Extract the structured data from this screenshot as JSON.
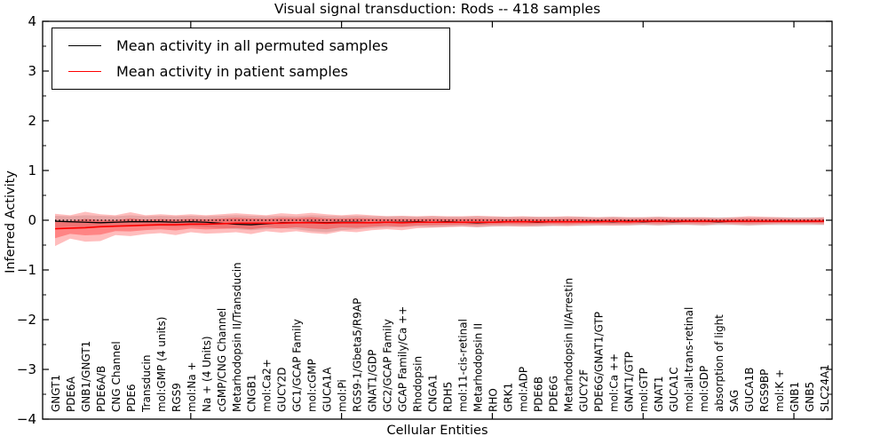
{
  "figure": {
    "title": "Visual signal transduction: Rods -- 418 samples",
    "xlabel": "Cellular Entities",
    "ylabel": "Inferred Activity"
  },
  "chart_data": {
    "type": "line",
    "title": "Visual signal transduction: Rods -- 418 samples",
    "xlabel": "Cellular Entities",
    "ylabel": "Inferred Activity",
    "ylim": [
      -4,
      4
    ],
    "yticks": [
      -4,
      -3,
      -2,
      -1,
      0,
      1,
      2,
      3,
      4
    ],
    "x_major_ticks": [
      10,
      20,
      30,
      40,
      50
    ],
    "grid": false,
    "legend_position": "upper left",
    "zero_line": 0,
    "categories": [
      "GNGT1",
      "PDE6A",
      "GNB1/GNGT1",
      "PDE6A/B",
      "CNG Channel",
      "PDE6",
      "Transducin",
      "mol:GMP (4 units)",
      "RGS9",
      "mol:Na +",
      "Na + (4 Units)",
      "cGMP/CNG Channel",
      "Metarhodopsin II/Transducin",
      "CNGB1",
      "mol:Ca2+",
      "GUCY2D",
      "GC1/GCAP Family",
      "mol:cGMP",
      "GUCA1A",
      "mol:Pi",
      "RGS9-1/Gbeta5/R9AP",
      "GNAT1/GDP",
      "GC2/GCAP Family",
      "GCAP Family/Ca ++",
      "Rhodopsin",
      "CNGA1",
      "RDH5",
      "mol:11-cis-retinal",
      "Metarhodopsin II",
      "RHO",
      "GRK1",
      "mol:ADP",
      "PDE6B",
      "PDE6G",
      "Metarhodopsin II/Arrestin",
      "GUCY2F",
      "PDE6G/GNAT1/GTP",
      "mol:Ca ++",
      "GNAT1/GTP",
      "mol:GTP",
      "GNAT1",
      "GUCA1C",
      "mol:all-trans-retinal",
      "mol:GDP",
      "absorption of light",
      "SAG",
      "GUCA1B",
      "RGS9BP",
      "mol:K +",
      "GNB1",
      "GNB5",
      "SLC24A1"
    ],
    "series": [
      {
        "name": "Mean activity in all permuted samples",
        "color": "#000000",
        "band_color": "#999999",
        "values": [
          -0.02,
          -0.03,
          -0.04,
          -0.05,
          -0.04,
          -0.03,
          -0.03,
          -0.03,
          -0.04,
          -0.03,
          -0.04,
          -0.06,
          -0.08,
          -0.09,
          -0.07,
          -0.05,
          -0.05,
          -0.04,
          -0.05,
          -0.04,
          -0.04,
          -0.05,
          -0.04,
          -0.04,
          -0.03,
          -0.04,
          -0.03,
          -0.04,
          -0.05,
          -0.04,
          -0.03,
          -0.03,
          -0.04,
          -0.03,
          -0.03,
          -0.03,
          -0.02,
          -0.03,
          -0.02,
          -0.03,
          -0.02,
          -0.03,
          -0.02,
          -0.02,
          -0.03,
          -0.02,
          -0.02,
          -0.02,
          -0.02,
          -0.02,
          -0.02,
          -0.02
        ],
        "band_top": [
          0.09,
          0.08,
          0.1,
          0.09,
          0.08,
          0.1,
          0.08,
          0.09,
          0.08,
          0.09,
          0.08,
          0.09,
          0.1,
          0.09,
          0.08,
          0.09,
          0.08,
          0.1,
          0.09,
          0.08,
          0.09,
          0.08,
          0.08,
          0.08,
          0.07,
          0.08,
          0.07,
          0.07,
          0.08,
          0.07,
          0.07,
          0.07,
          0.07,
          0.07,
          0.07,
          0.07,
          0.06,
          0.07,
          0.06,
          0.06,
          0.07,
          0.06,
          0.06,
          0.06,
          0.06,
          0.06,
          0.06,
          0.06,
          0.06,
          0.06,
          0.06,
          0.06
        ],
        "band_bottom": [
          -0.14,
          -0.13,
          -0.14,
          -0.13,
          -0.12,
          -0.13,
          -0.12,
          -0.12,
          -0.13,
          -0.12,
          -0.14,
          -0.16,
          -0.18,
          -0.2,
          -0.18,
          -0.16,
          -0.18,
          -0.22,
          -0.24,
          -0.2,
          -0.18,
          -0.16,
          -0.15,
          -0.14,
          -0.13,
          -0.14,
          -0.13,
          -0.12,
          -0.14,
          -0.13,
          -0.12,
          -0.12,
          -0.13,
          -0.12,
          -0.11,
          -0.12,
          -0.11,
          -0.1,
          -0.11,
          -0.1,
          -0.11,
          -0.1,
          -0.1,
          -0.11,
          -0.1,
          -0.1,
          -0.11,
          -0.1,
          -0.1,
          -0.1,
          -0.1,
          -0.1
        ]
      },
      {
        "name": "Mean activity in patient samples",
        "color": "#ff0000",
        "band_color": "#ff0000",
        "values": [
          -0.17,
          -0.16,
          -0.15,
          -0.13,
          -0.12,
          -0.11,
          -0.1,
          -0.09,
          -0.09,
          -0.08,
          -0.08,
          -0.07,
          -0.06,
          -0.06,
          -0.06,
          -0.06,
          -0.05,
          -0.05,
          -0.06,
          -0.05,
          -0.05,
          -0.05,
          -0.04,
          -0.05,
          -0.04,
          -0.04,
          -0.04,
          -0.04,
          -0.04,
          -0.04,
          -0.03,
          -0.03,
          -0.03,
          -0.03,
          -0.03,
          -0.03,
          -0.03,
          -0.02,
          -0.03,
          -0.02,
          -0.02,
          -0.02,
          -0.02,
          -0.02,
          -0.02,
          -0.02,
          -0.02,
          -0.02,
          -0.02,
          -0.02,
          -0.02,
          -0.02
        ],
        "band_top": [
          0.13,
          0.1,
          0.17,
          0.12,
          0.1,
          0.16,
          0.1,
          0.12,
          0.1,
          0.12,
          0.1,
          0.12,
          0.14,
          0.12,
          0.1,
          0.14,
          0.12,
          0.15,
          0.12,
          0.1,
          0.12,
          0.1,
          0.08,
          0.09,
          0.08,
          0.09,
          0.08,
          0.08,
          0.09,
          0.08,
          0.07,
          0.08,
          0.07,
          0.07,
          0.08,
          0.07,
          0.06,
          0.07,
          0.06,
          0.06,
          0.07,
          0.06,
          0.06,
          0.06,
          0.05,
          0.06,
          0.08,
          0.07,
          0.06,
          0.05,
          0.05,
          0.06
        ],
        "band_bottom": [
          -0.52,
          -0.37,
          -0.43,
          -0.42,
          -0.3,
          -0.32,
          -0.28,
          -0.26,
          -0.3,
          -0.24,
          -0.27,
          -0.26,
          -0.24,
          -0.28,
          -0.22,
          -0.25,
          -0.22,
          -0.26,
          -0.28,
          -0.22,
          -0.24,
          -0.2,
          -0.18,
          -0.2,
          -0.16,
          -0.15,
          -0.14,
          -0.13,
          -0.14,
          -0.12,
          -0.12,
          -0.13,
          -0.12,
          -0.11,
          -0.12,
          -0.1,
          -0.1,
          -0.11,
          -0.1,
          -0.09,
          -0.1,
          -0.09,
          -0.09,
          -0.1,
          -0.08,
          -0.09,
          -0.1,
          -0.09,
          -0.08,
          -0.08,
          -0.08,
          -0.09
        ]
      }
    ]
  }
}
